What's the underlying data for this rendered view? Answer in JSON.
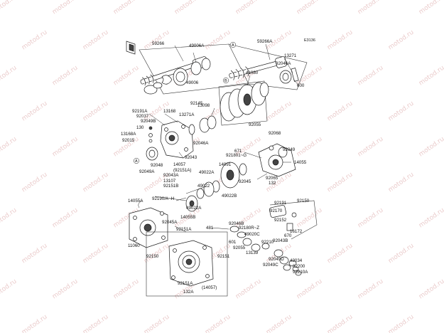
{
  "diagram": {
    "diagram_code": "E3136",
    "watermark": "motod.ru",
    "labels": [
      {
        "id": "59266",
        "text": "59266"
      },
      {
        "id": "49006a",
        "text": "49006A"
      },
      {
        "id": "59266a",
        "text": "59266A"
      },
      {
        "id": "circle-a1",
        "text": "A"
      },
      {
        "id": "circle-b1",
        "text": "B"
      },
      {
        "id": "49006",
        "text": "49006"
      },
      {
        "id": "13271",
        "text": "13271"
      },
      {
        "id": "92046a-top",
        "text": "92046A"
      },
      {
        "id": "600",
        "text": "600"
      },
      {
        "id": "41080",
        "text": "41080"
      },
      {
        "id": "92145",
        "text": "92145"
      },
      {
        "id": "13098",
        "text": "13098"
      },
      {
        "id": "92191a",
        "text": "92191A"
      },
      {
        "id": "13168",
        "text": "13168"
      },
      {
        "id": "13271a",
        "text": "13271A"
      },
      {
        "id": "92037",
        "text": "92037"
      },
      {
        "id": "92049b",
        "text": "92049B"
      },
      {
        "id": "130",
        "text": "130"
      },
      {
        "id": "13168a",
        "text": "13168A"
      },
      {
        "id": "92015",
        "text": "92015"
      },
      {
        "id": "92055",
        "text": "92055"
      },
      {
        "id": "92068",
        "text": "92068"
      },
      {
        "id": "92046a-mid",
        "text": "92046A"
      },
      {
        "id": "671",
        "text": "671"
      },
      {
        "id": "92049",
        "text": "92049"
      },
      {
        "id": "921801-g",
        "text": "921801~G"
      },
      {
        "id": "14055",
        "text": "14055"
      },
      {
        "id": "92043",
        "text": "92043"
      },
      {
        "id": "14091",
        "text": "14091"
      },
      {
        "id": "circle-a2",
        "text": "A"
      },
      {
        "id": "92048",
        "text": "92048"
      },
      {
        "id": "14057",
        "text": "14057"
      },
      {
        "id": "92049a",
        "text": "92049A"
      },
      {
        "id": "92151a-paren",
        "text": "(92151A)"
      },
      {
        "id": "92043a",
        "text": "92043A"
      },
      {
        "id": "49022a",
        "text": "49022A"
      },
      {
        "id": "13107",
        "text": "13107"
      },
      {
        "id": "92045",
        "text": "92045"
      },
      {
        "id": "92065",
        "text": "92065"
      },
      {
        "id": "92151b",
        "text": "92151B"
      },
      {
        "id": "49022",
        "text": "49022"
      },
      {
        "id": "132",
        "text": "132"
      },
      {
        "id": "49022b",
        "text": "49022B"
      },
      {
        "id": "14055a",
        "text": "14055A"
      },
      {
        "id": "92190-a-h",
        "text": "92190/A~H"
      },
      {
        "id": "49022a-b",
        "text": "49022A"
      },
      {
        "id": "14055b",
        "text": "14055B"
      },
      {
        "id": "92191",
        "text": "92191"
      },
      {
        "id": "92150-r",
        "text": "92150"
      },
      {
        "id": "92170",
        "text": "92170"
      },
      {
        "id": "92045a",
        "text": "92045A"
      },
      {
        "id": "481",
        "text": "481"
      },
      {
        "id": "92046b",
        "text": "92046B"
      },
      {
        "id": "92180r-z",
        "text": "92180R~Z"
      },
      {
        "id": "92152",
        "text": "92152"
      },
      {
        "id": "16172",
        "text": "16172"
      },
      {
        "id": "11060",
        "text": "11060"
      },
      {
        "id": "92151a",
        "text": "92151A"
      },
      {
        "id": "49020c",
        "text": "49020C"
      },
      {
        "id": "670",
        "text": "670"
      },
      {
        "id": "601",
        "text": "601"
      },
      {
        "id": "92043b",
        "text": "92043B"
      },
      {
        "id": "92055-b",
        "text": "92055"
      },
      {
        "id": "92210",
        "text": "92210"
      },
      {
        "id": "92150-l",
        "text": "92150"
      },
      {
        "id": "92151",
        "text": "92151"
      },
      {
        "id": "13139",
        "text": "13139"
      },
      {
        "id": "92049d",
        "text": "92049D"
      },
      {
        "id": "42034",
        "text": "42034"
      },
      {
        "id": "92049c",
        "text": "92049C"
      },
      {
        "id": "92200",
        "text": "92200"
      },
      {
        "id": "92210a",
        "text": "92210A"
      },
      {
        "id": "92151a-low",
        "text": "92151A"
      },
      {
        "id": "132a",
        "text": "132A"
      },
      {
        "id": "14057-paren",
        "text": "(14057)"
      }
    ]
  }
}
